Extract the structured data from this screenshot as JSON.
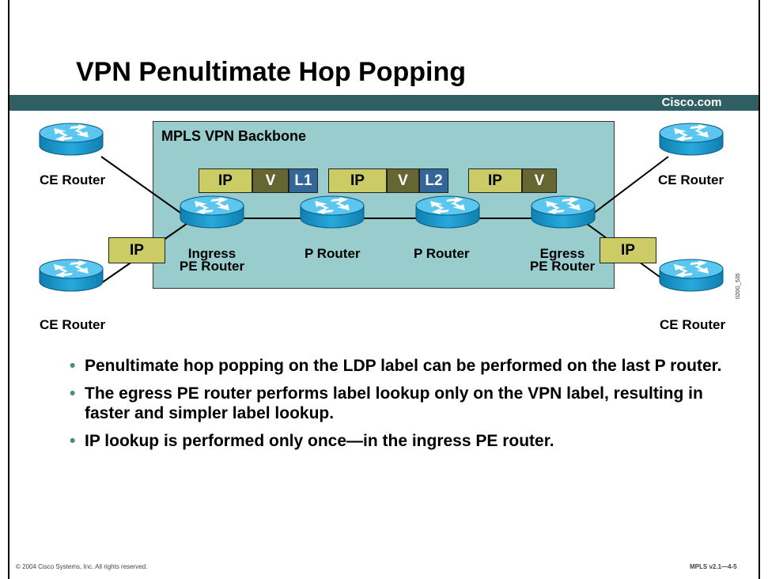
{
  "slide": {
    "title": "VPN Penultimate Hop Popping",
    "brand": "Cisco.com",
    "side_code": "020G_535"
  },
  "diagram": {
    "backbone_label": "MPLS VPN Backbone",
    "routers": {
      "ce_top_left": "CE Router",
      "ce_bottom_left": "CE Router",
      "ce_top_right": "CE Router",
      "ce_bottom_right": "CE Router",
      "ingress_line1": "Ingress",
      "ingress_line2": "PE Router",
      "p1": "P Router",
      "p2": "P Router",
      "egress_line1": "Egress",
      "egress_line2": "PE Router"
    },
    "packets": {
      "left_ip": "IP",
      "right_ip": "IP",
      "stack1": [
        "IP",
        "V",
        "L1"
      ],
      "stack2": [
        "IP",
        "V",
        "L2"
      ],
      "stack3": [
        "IP",
        "V"
      ]
    },
    "colors": {
      "backbone": "#99cccc",
      "router": "#1a9fd4",
      "ip_field": "#cccc66",
      "vpn_label": "#666633",
      "ldp_label": "#336699",
      "title_band": "#2f5e63"
    }
  },
  "bullets": [
    "Penultimate hop popping on the LDP label can be performed on the last P router.",
    "The egress PE router performs label lookup only on the VPN label, resulting in faster and simpler label lookup.",
    "IP lookup is performed only once—in the ingress PE router."
  ],
  "footer": {
    "copyright": "© 2004 Cisco Systems, Inc. All rights reserved.",
    "course": "MPLS v2.1—4-5"
  }
}
